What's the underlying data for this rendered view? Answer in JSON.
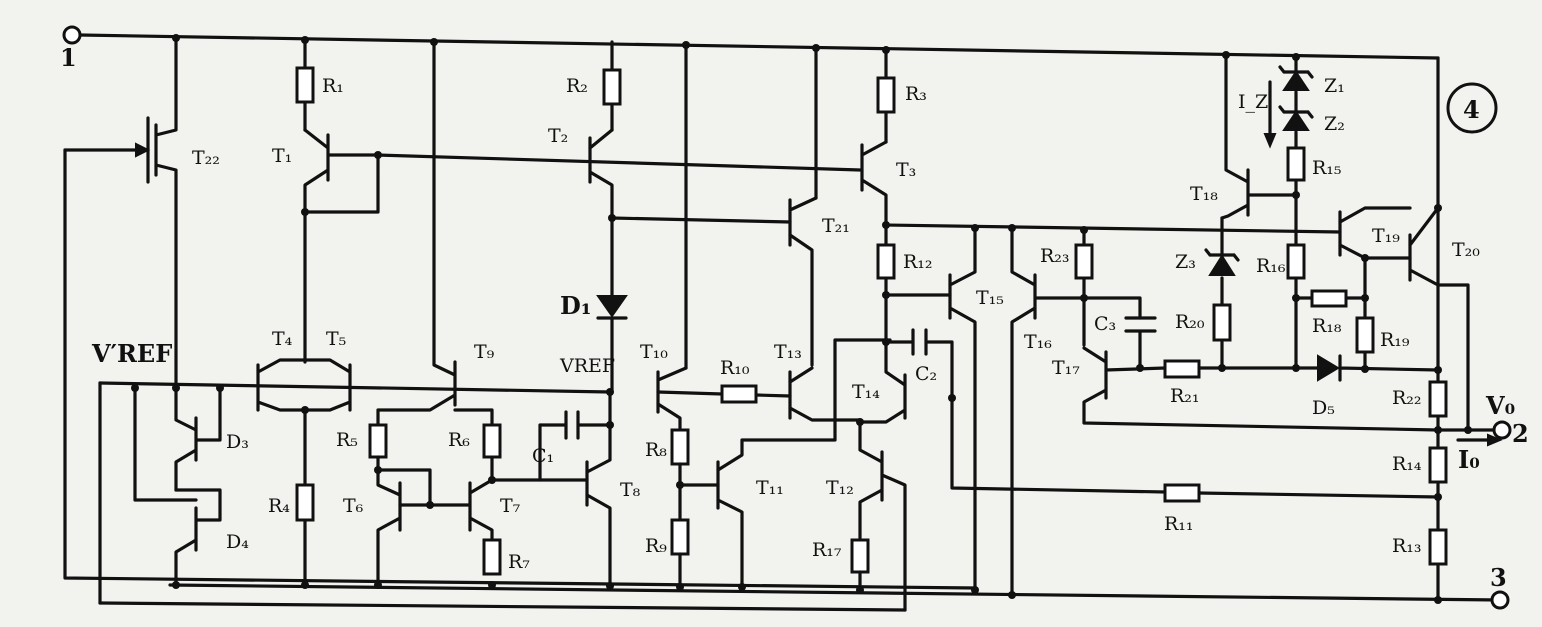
{
  "figure_number": "4",
  "terminals": [
    {
      "id": "t1",
      "label": "1"
    },
    {
      "id": "t2",
      "label": "2"
    },
    {
      "id": "t3",
      "label": "3"
    }
  ],
  "output_labels": {
    "vo": "V₀",
    "io": "I₀",
    "iz": "I_Z"
  },
  "ref_labels": {
    "vref_prime": "V′REF",
    "vref": "VREF"
  },
  "transistors": [
    "T1",
    "T2",
    "T3",
    "T4",
    "T5",
    "T6",
    "T7",
    "T8",
    "T9",
    "T10",
    "T11",
    "T12",
    "T13",
    "T14",
    "T15",
    "T16",
    "T17",
    "T18",
    "T19",
    "T20",
    "T21",
    "T22"
  ],
  "resistors": [
    "R1",
    "R2",
    "R3",
    "R4",
    "R5",
    "R6",
    "R7",
    "R8",
    "R9",
    "R10",
    "R11",
    "R12",
    "R13",
    "R14",
    "R15",
    "R16",
    "R17",
    "R18",
    "R19",
    "R20",
    "R21",
    "R22",
    "R23"
  ],
  "capacitors": [
    "C1",
    "C2",
    "C3"
  ],
  "diodes": [
    "D1",
    "D3",
    "D4",
    "D5"
  ],
  "zeners": [
    "Z1",
    "Z2",
    "Z3"
  ]
}
